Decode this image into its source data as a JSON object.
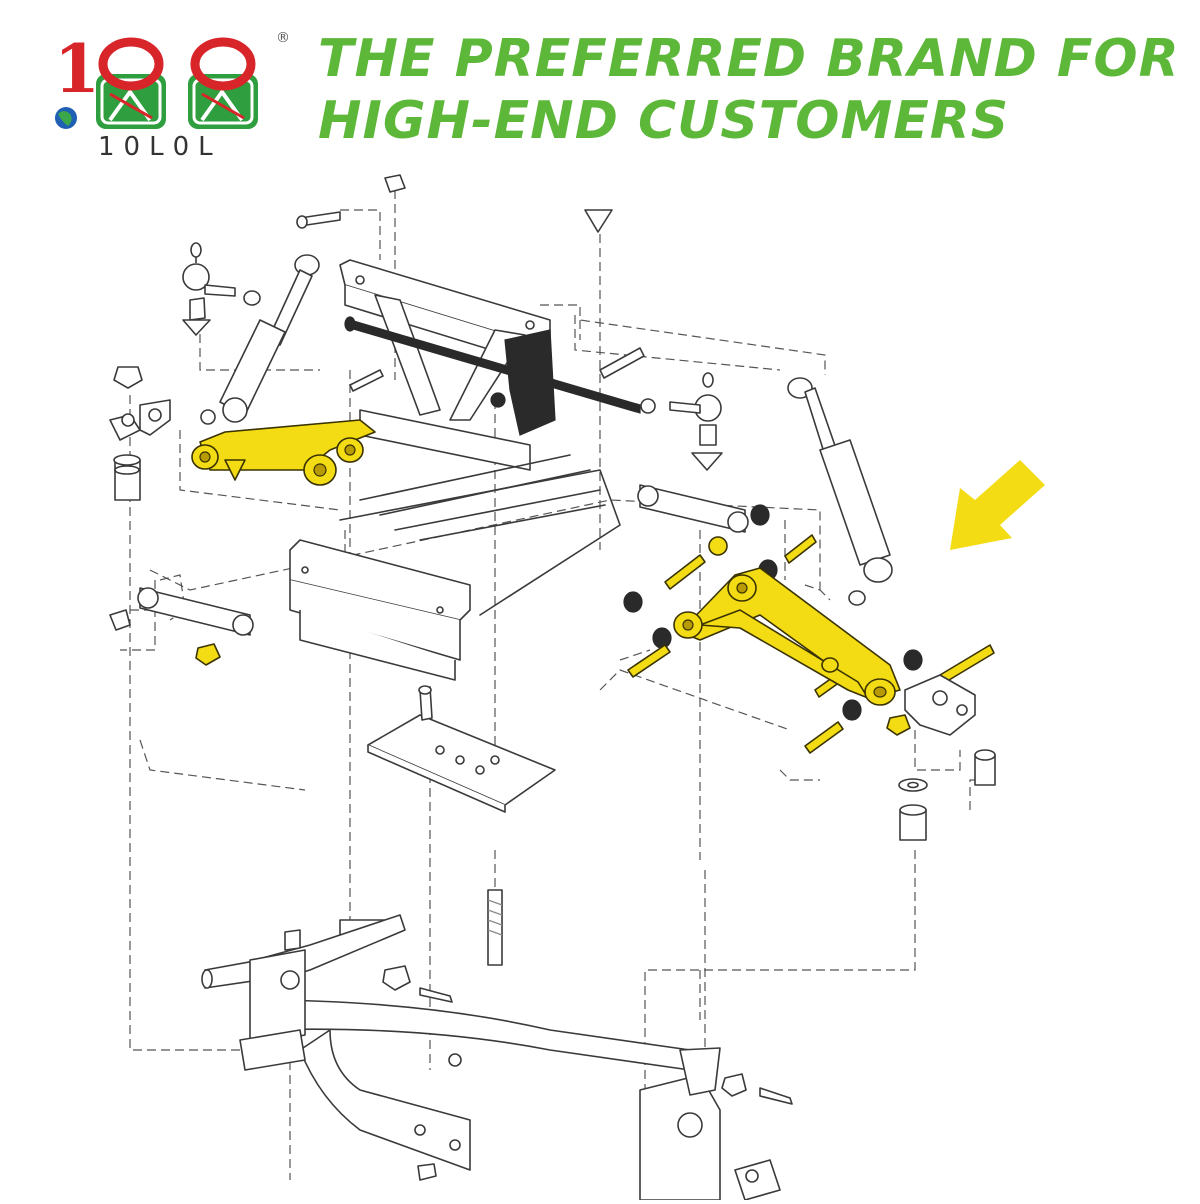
{
  "brand": {
    "logo_text": "10L0L",
    "registered_mark": "®",
    "logo_colors": {
      "red": "#d8252a",
      "green": "#2e9e3e",
      "globe": "#1f5fb4"
    }
  },
  "tagline": {
    "line1": "THE PREFERRED BRAND FOR",
    "line2": "HIGH-END CUSTOMERS",
    "color": "#5db83a"
  },
  "diagram": {
    "highlight_color": "#f3dc14",
    "arrow_color": "#f3dc14",
    "highlighted_parts": [
      "left-lower-control-arm",
      "right-lower-control-arm",
      "control-arm-bushings",
      "control-arm-pins",
      "nuts"
    ],
    "arrow_icon": "yellow-arrow-pointer-icon"
  }
}
